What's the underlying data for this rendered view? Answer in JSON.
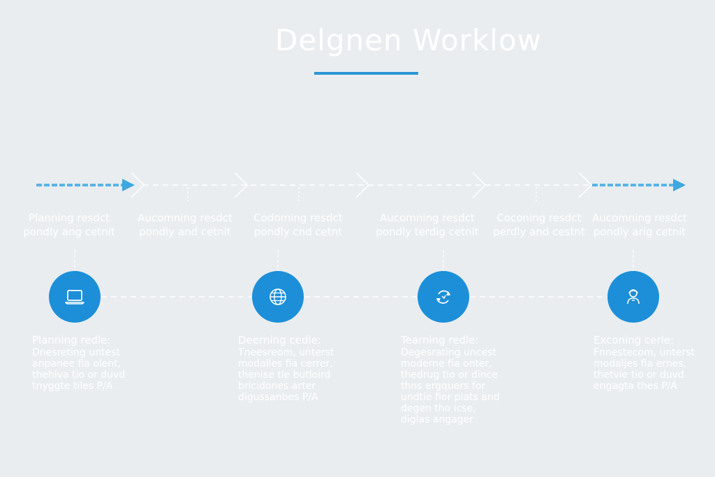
{
  "title": "Delgnen Worklow",
  "colors": {
    "background": "#e9edf0",
    "accent": "#1c8fd8",
    "underline": "#2a96d4",
    "text": "#ffffff",
    "connector": "#ffffff"
  },
  "stages": [
    {
      "line1": "Planning resdct",
      "line2": "pondly ang cetnit"
    },
    {
      "line1": "Aucomning resdct",
      "line2": "pondly and cetnit"
    },
    {
      "line1": "Codoming resdct",
      "line2": "pondly cnd cetnt"
    },
    {
      "line1": "Aucomning resdct",
      "line2": "pondly terdig cetnit"
    },
    {
      "line1": "Coconing resdct",
      "line2": "perdly and cestnt"
    },
    {
      "line1": "Aucomning resdct",
      "line2": "pondly arig cetnit"
    }
  ],
  "nodes": [
    {
      "icon": "laptop-icon",
      "title": "Planning redle:",
      "desc": [
        "Dnesreting untest",
        "anpanee fia olent,",
        "thehiva tio or duvd",
        "tnyggte tiles P/A"
      ]
    },
    {
      "icon": "globe-icon",
      "title": "Deerning cedle:",
      "desc": [
        "Tneesreom, unterst",
        "modalles fia cerrer,",
        "thenise tle butloird",
        "bricidones arter",
        "digussanbes P/A"
      ]
    },
    {
      "icon": "refresh-cycle-icon",
      "title": "Tearning redle:",
      "desc": [
        "Degesrating uncest",
        "moderne fia onter,",
        "thedrug tio or dince",
        "thns ergquers for",
        "undtie fior plats and",
        "degen tho icse,",
        "diglas angager"
      ]
    },
    {
      "icon": "user-support-icon",
      "title": "Exconing cerle:",
      "desc": [
        "Fnnestecom, unterst",
        "modaljes fia ernes,",
        "thetvie tio or duvd",
        "engagta thes P/A"
      ]
    }
  ]
}
